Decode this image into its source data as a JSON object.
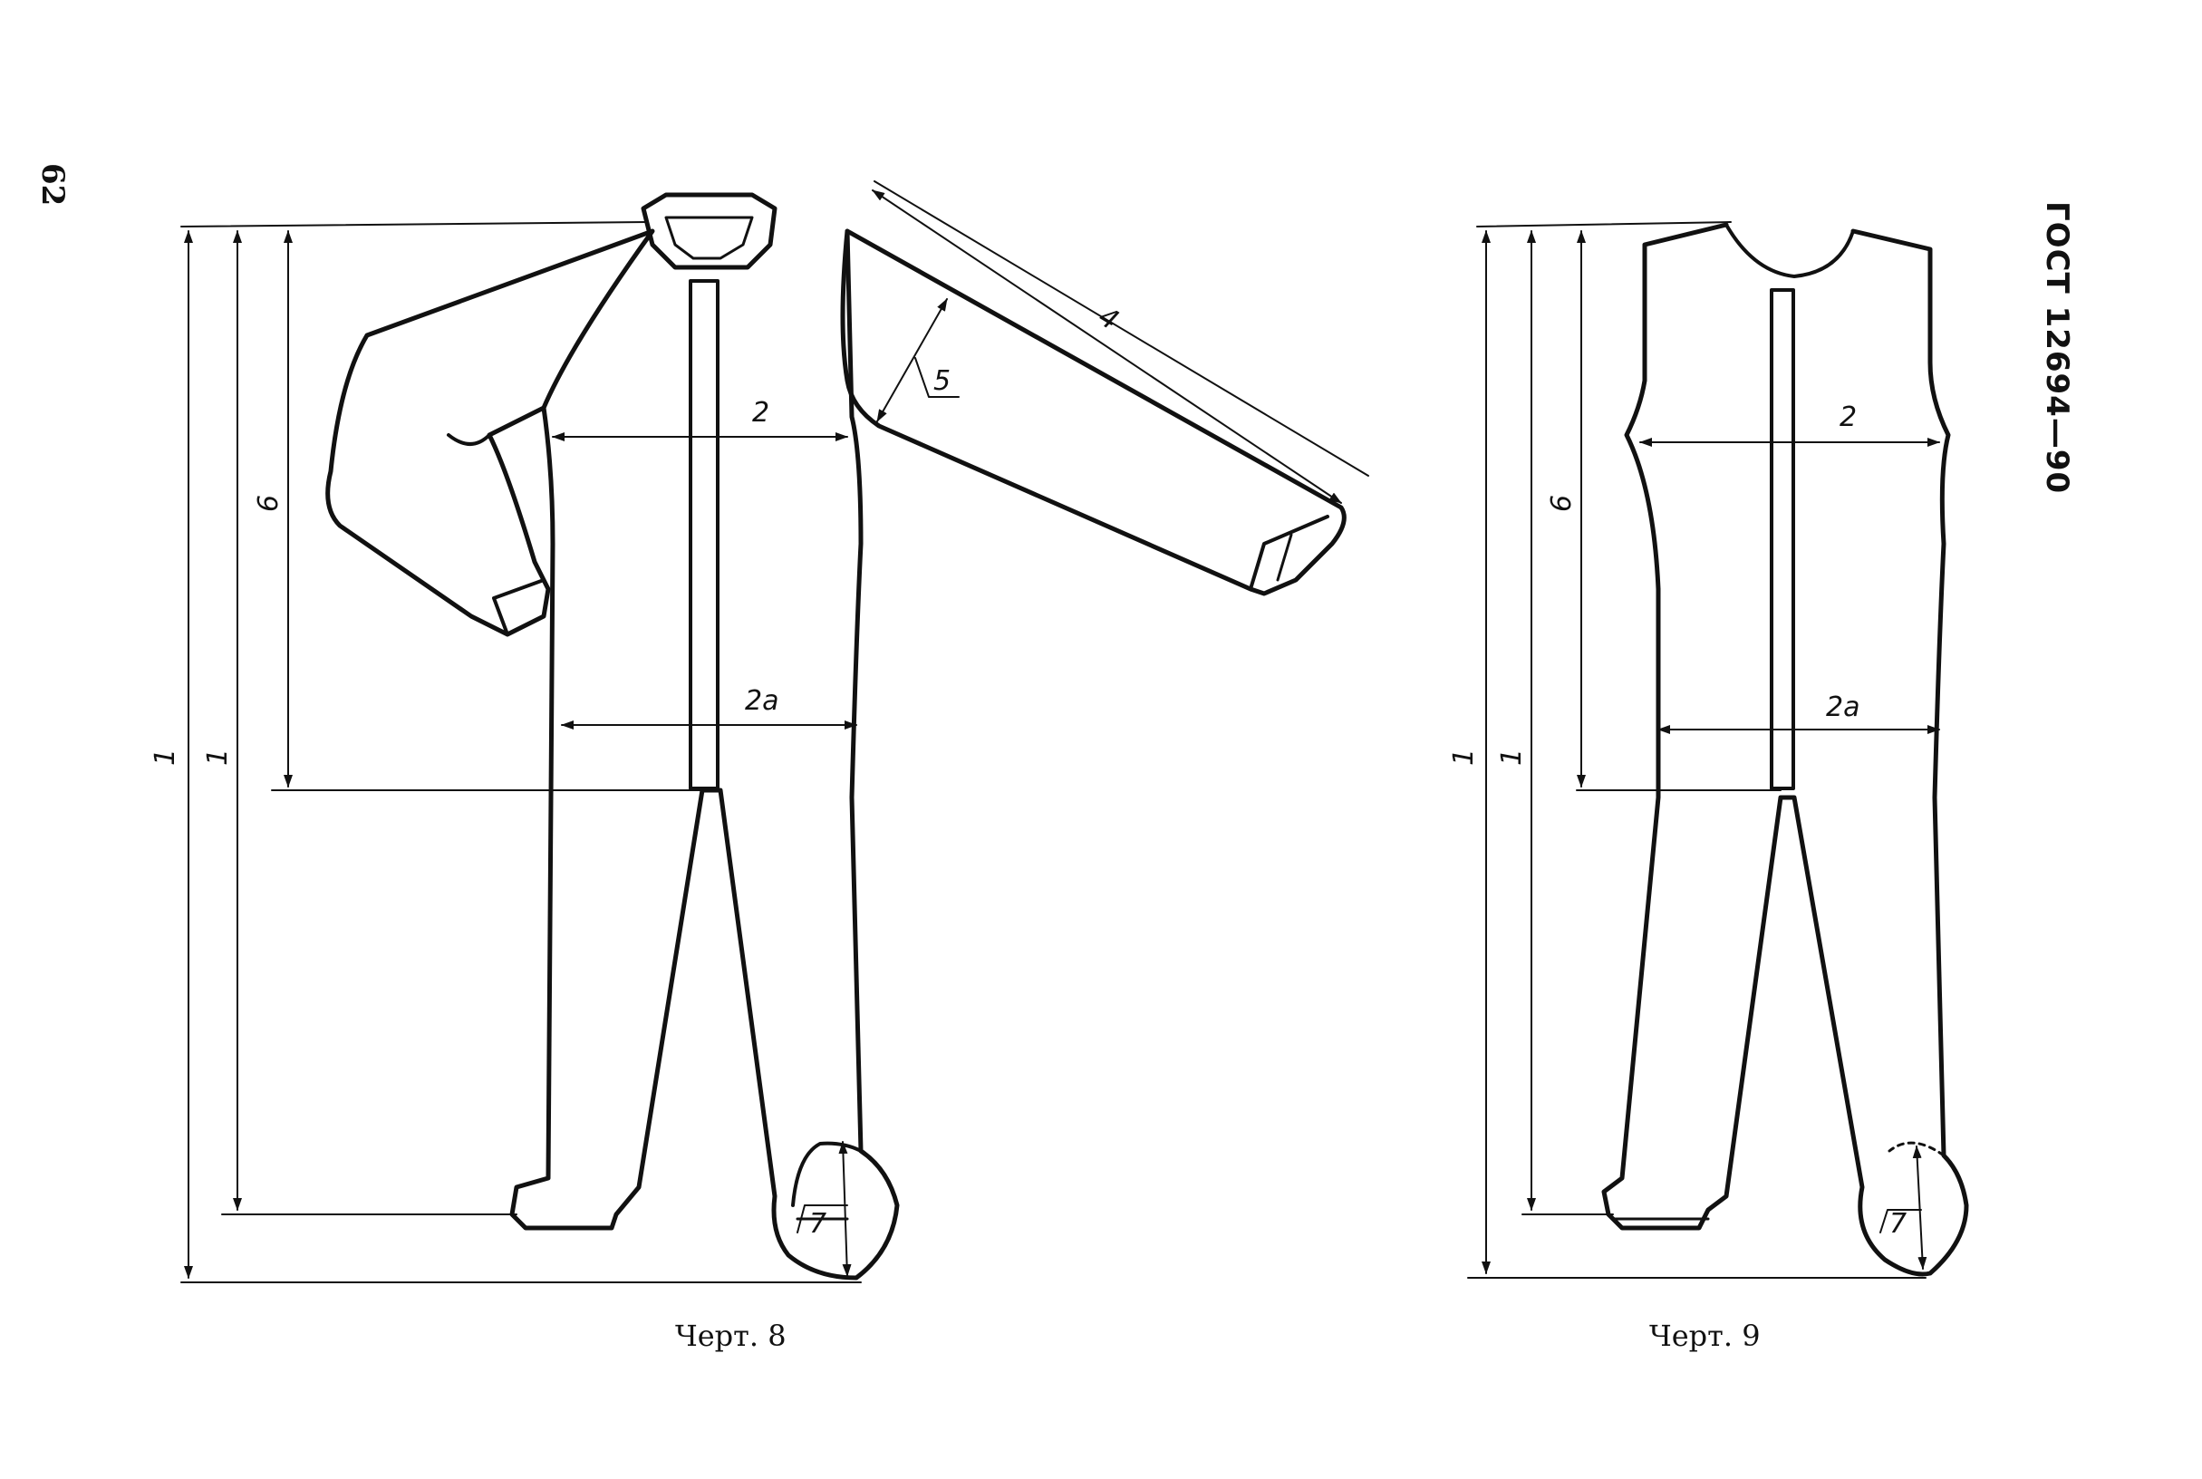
{
  "page": {
    "number": "62",
    "standard": "ГОСТ 12694—90"
  },
  "figure8": {
    "caption": "Черт. 8",
    "labels": {
      "height_outer": "1",
      "height_inner": "1",
      "torso": "6",
      "chest": "2",
      "hip": "2а",
      "sleeve": "4",
      "armhole": "5",
      "foot": "7"
    }
  },
  "figure9": {
    "caption": "Черт. 9",
    "labels": {
      "height_outer": "1",
      "height_inner": "1",
      "torso": "6",
      "chest": "2",
      "hip": "2а",
      "foot": "7"
    }
  }
}
